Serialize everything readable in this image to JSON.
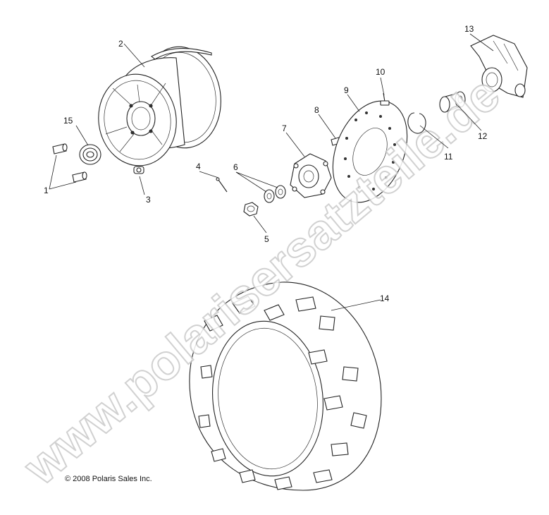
{
  "diagram": {
    "parts": [
      {
        "id": "1",
        "label": "1"
      },
      {
        "id": "2",
        "label": "2"
      },
      {
        "id": "3",
        "label": "3"
      },
      {
        "id": "4",
        "label": "4"
      },
      {
        "id": "5",
        "label": "5"
      },
      {
        "id": "6",
        "label": "6"
      },
      {
        "id": "7",
        "label": "7"
      },
      {
        "id": "8",
        "label": "8"
      },
      {
        "id": "9",
        "label": "9"
      },
      {
        "id": "10",
        "label": "10"
      },
      {
        "id": "11",
        "label": "11"
      },
      {
        "id": "12",
        "label": "12"
      },
      {
        "id": "13",
        "label": "13"
      },
      {
        "id": "14",
        "label": "14"
      },
      {
        "id": "15",
        "label": "15"
      }
    ],
    "watermark": "www.polarisersatzteile.de",
    "copyright": "© 2008 Polaris Sales Inc."
  }
}
